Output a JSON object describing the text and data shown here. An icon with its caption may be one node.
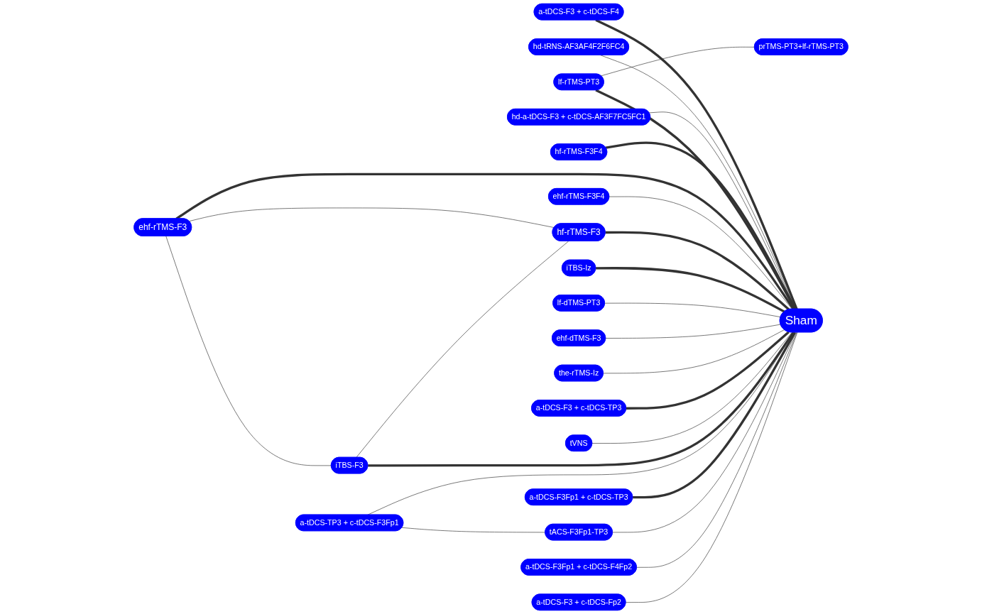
{
  "diagram": {
    "nodes": [
      {
        "text": [
          "a-tDCS-F3 + c-tDCS-F4"
        ]
      },
      {
        "text": [
          "hd-tRNS-AF3AF4F2F6FC4"
        ]
      },
      {
        "text": [
          "hd-a-tDCS-F3 + c-tDCS-AF3F7FC5FC1"
        ]
      },
      {
        "text": [
          "hf-rTMS-F3F4"
        ]
      },
      {
        "text": [
          "lf-rTMS-PT3"
        ]
      },
      {
        "text": [
          "ehf-rTMS-F3"
        ]
      },
      {
        "text": [
          "prTMS-PT3+lf-rTMS-PT3"
        ]
      },
      {
        "text": [
          "ehf-rTMS-F3F4"
        ]
      },
      {
        "text": [
          "hf-rTMS-F3"
        ]
      },
      {
        "text": [
          "iTBS-Iz"
        ]
      },
      {
        "text": [
          "lf-dTMS-PT3"
        ]
      },
      {
        "text": [
          "Sham"
        ]
      },
      {
        "text": [
          "ehf-dTMS-F3"
        ]
      },
      {
        "text": [
          "the-rTMS-Iz"
        ]
      },
      {
        "text": [
          "a-tDCS-F3 + c-tDCS-TP3"
        ]
      },
      {
        "text": [
          "tVNS"
        ]
      },
      {
        "text": [
          "iTBS-F3"
        ]
      },
      {
        "text": [
          "a-tDCS-TP3 + c-tDCS-F3Fp1"
        ]
      },
      {
        "text": [
          "a-tDCS-F3Fp1 + c-tDCS-TP3"
        ]
      },
      {
        "text": [
          "tACS-F3Fp1-TP3"
        ]
      },
      {
        "text": [
          "a-tDCS-F3Fp1 + c-tDCS-F4Fp2"
        ]
      },
      {
        "text": [
          "a-tDCS-F3 + c-tDCS-Fp2"
        ]
      }
    ],
    "edges": [
      {
        "from": 0,
        "to": 11,
        "arrow": "none",
        "style": "thick"
      },
      {
        "from": 1,
        "to": 11,
        "arrow": "none"
      },
      {
        "from": 2,
        "to": 11,
        "arrow": "none"
      },
      {
        "from": 3,
        "to": 11,
        "arrow": "none",
        "style": "thick"
      },
      {
        "from": 4,
        "to": 11,
        "arrow": "none",
        "style": "thick"
      },
      {
        "from": 4,
        "to": 6,
        "arrow": "none"
      },
      {
        "from": 5,
        "to": 11,
        "arrow": "none",
        "style": "thick"
      },
      {
        "from": 5,
        "to": 8,
        "arrow": "none"
      },
      {
        "from": 5,
        "to": 16,
        "arrow": "none"
      },
      {
        "from": 7,
        "to": 11,
        "arrow": "none"
      },
      {
        "from": 8,
        "to": 11,
        "arrow": "none",
        "style": "thick"
      },
      {
        "from": 9,
        "to": 11,
        "arrow": "none",
        "style": "thick"
      },
      {
        "from": 10,
        "to": 11,
        "arrow": "none"
      },
      {
        "from": 12,
        "to": 11,
        "arrow": "none"
      },
      {
        "from": 13,
        "to": 11,
        "arrow": "none"
      },
      {
        "from": 14,
        "to": 11,
        "arrow": "none",
        "style": "thick"
      },
      {
        "from": 15,
        "to": 11,
        "arrow": "none"
      },
      {
        "from": 16,
        "to": 11,
        "arrow": "none",
        "style": "thick"
      },
      {
        "from": 16,
        "to": 8,
        "arrow": "none"
      },
      {
        "from": 17,
        "to": 11,
        "arrow": "none"
      },
      {
        "from": 17,
        "to": 19,
        "arrow": "none"
      },
      {
        "from": 18,
        "to": 11,
        "arrow": "none",
        "style": "thick"
      },
      {
        "from": 19,
        "to": 11,
        "arrow": "none"
      },
      {
        "from": 20,
        "to": 11,
        "arrow": "none"
      },
      {
        "from": 21,
        "to": 11,
        "arrow": "none"
      }
    ]
  }
}
